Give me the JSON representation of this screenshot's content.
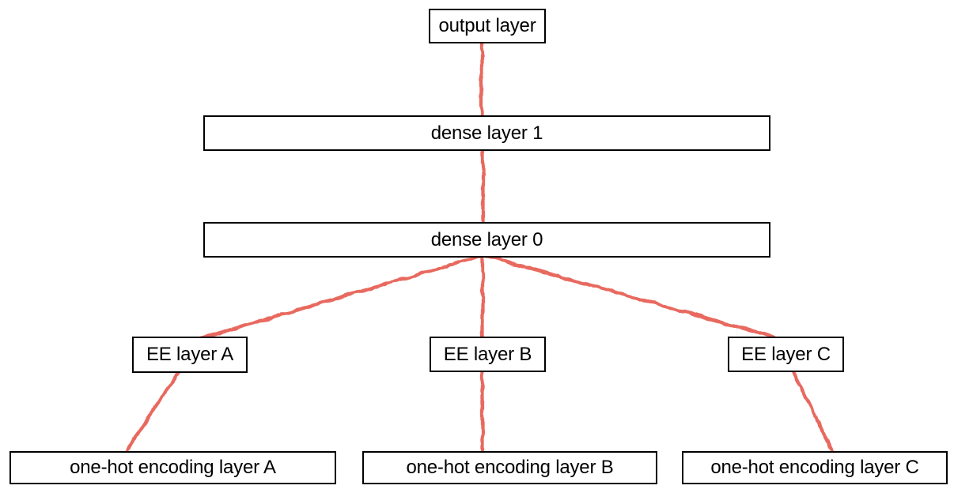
{
  "colors": {
    "connector": "#e8695f",
    "box_border": "#000000",
    "box_fill": "#ffffff",
    "text": "#000000",
    "background": "#ffffff"
  },
  "diagram": {
    "type": "neural-network-architecture",
    "nodes": {
      "output": {
        "label": "output layer"
      },
      "dense1": {
        "label": "dense layer 1"
      },
      "dense0": {
        "label": "dense layer 0"
      },
      "eeA": {
        "label": "EE layer A"
      },
      "eeB": {
        "label": "EE layer B"
      },
      "eeC": {
        "label": "EE layer C"
      },
      "onehotA": {
        "label": "one-hot encoding layer A"
      },
      "onehotB": {
        "label": "one-hot encoding layer B"
      },
      "onehotC": {
        "label": "one-hot encoding layer C"
      }
    },
    "edges": [
      {
        "from": "output layer",
        "to": "dense layer 1"
      },
      {
        "from": "dense layer 1",
        "to": "dense layer 0"
      },
      {
        "from": "dense layer 0",
        "to": "EE layer A"
      },
      {
        "from": "dense layer 0",
        "to": "EE layer B"
      },
      {
        "from": "dense layer 0",
        "to": "EE layer C"
      },
      {
        "from": "EE layer A",
        "to": "one-hot encoding layer A"
      },
      {
        "from": "EE layer B",
        "to": "one-hot encoding layer B"
      },
      {
        "from": "EE layer C",
        "to": "one-hot encoding layer C"
      }
    ]
  }
}
